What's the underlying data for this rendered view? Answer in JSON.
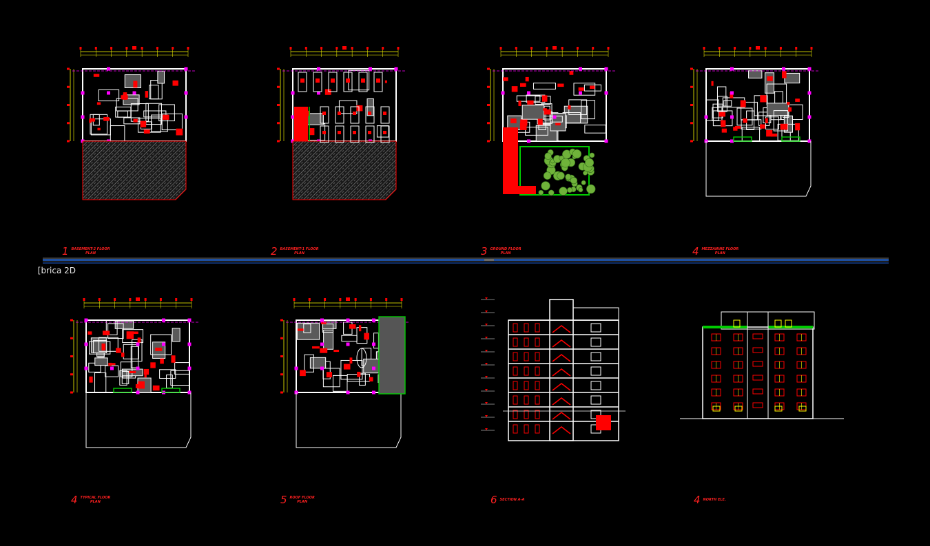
{
  "colors": {
    "background": "#000000",
    "wall": "#ffffff",
    "accent_red": "#ff0000",
    "dimension_yellow": "#ffff00",
    "grid_magenta": "#ff00ff",
    "landscape_green": "#00cc00",
    "hatch_gray": "#8a8a8a",
    "divider_blue": "#1d4fa0"
  },
  "viewport_tab": {
    "label": "brica 2D]"
  },
  "drawings": [
    {
      "number": "1",
      "title_line1": "BASEMENT-2 FLOOR",
      "title_line2": "PLAN"
    },
    {
      "number": "2",
      "title_line1": "BASEMENT-1 FLOOR",
      "title_line2": "PLAN"
    },
    {
      "number": "3",
      "title_line1": "GROUND FLOOR",
      "title_line2": "PLAN"
    },
    {
      "number": "4",
      "title_line1": "MEZZANINE FLOOR",
      "title_line2": "PLAN"
    },
    {
      "number": "4",
      "title_line1": "TYPICAL FLOOR",
      "title_line2": "PLAN"
    },
    {
      "number": "5",
      "title_line1": "ROOF FLOOR",
      "title_line2": "PLAN"
    },
    {
      "number": "6",
      "title_line1": "SECTION A-A",
      "title_line2": ""
    },
    {
      "number": "4",
      "title_line1": "NORTH ELE.",
      "title_line2": ""
    }
  ]
}
